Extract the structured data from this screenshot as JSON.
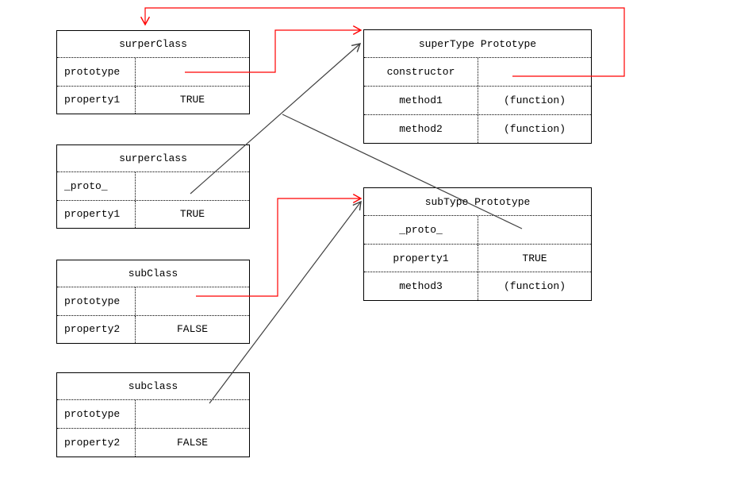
{
  "diagram": {
    "colors": {
      "red_arrow": "#ff0000",
      "black_arrow": "#404040",
      "border": "#000000",
      "background": "#ffffff",
      "text": "#000000"
    },
    "boxes": [
      {
        "title": "surperClass",
        "rows": [
          {
            "label": "prototype",
            "value": ""
          },
          {
            "label": "property1",
            "value": "TRUE"
          }
        ]
      },
      {
        "title": "surperclass",
        "rows": [
          {
            "label": "_proto_",
            "value": ""
          },
          {
            "label": "property1",
            "value": "TRUE"
          }
        ]
      },
      {
        "title": "subClass",
        "rows": [
          {
            "label": "prototype",
            "value": ""
          },
          {
            "label": "property2",
            "value": "FALSE"
          }
        ]
      },
      {
        "title": "subclass",
        "rows": [
          {
            "label": "prototype",
            "value": ""
          },
          {
            "label": "property2",
            "value": "FALSE"
          }
        ]
      },
      {
        "title": "superType Prototype",
        "rows": [
          {
            "label": "constructor",
            "value": ""
          },
          {
            "label": "method1",
            "value": "(function)"
          },
          {
            "label": "method2",
            "value": "(function)"
          }
        ]
      },
      {
        "title": "subType Prototype",
        "rows": [
          {
            "label": "_proto_",
            "value": ""
          },
          {
            "label": "property1",
            "value": "TRUE"
          },
          {
            "label": "method3",
            "value": "(function)"
          }
        ]
      }
    ],
    "arrows": [
      {
        "from": "superType Prototype.constructor",
        "to": "surperClass",
        "color": "red"
      },
      {
        "from": "surperClass.prototype",
        "to": "superType Prototype",
        "color": "red"
      },
      {
        "from": "subClass.prototype",
        "to": "subType Prototype",
        "color": "red"
      },
      {
        "from": "surperclass._proto_",
        "to": "superType Prototype",
        "color": "black"
      },
      {
        "from": "subType Prototype._proto_",
        "to": "superType Prototype",
        "color": "black"
      },
      {
        "from": "subclass.prototype",
        "to": "subType Prototype",
        "color": "black"
      }
    ]
  }
}
